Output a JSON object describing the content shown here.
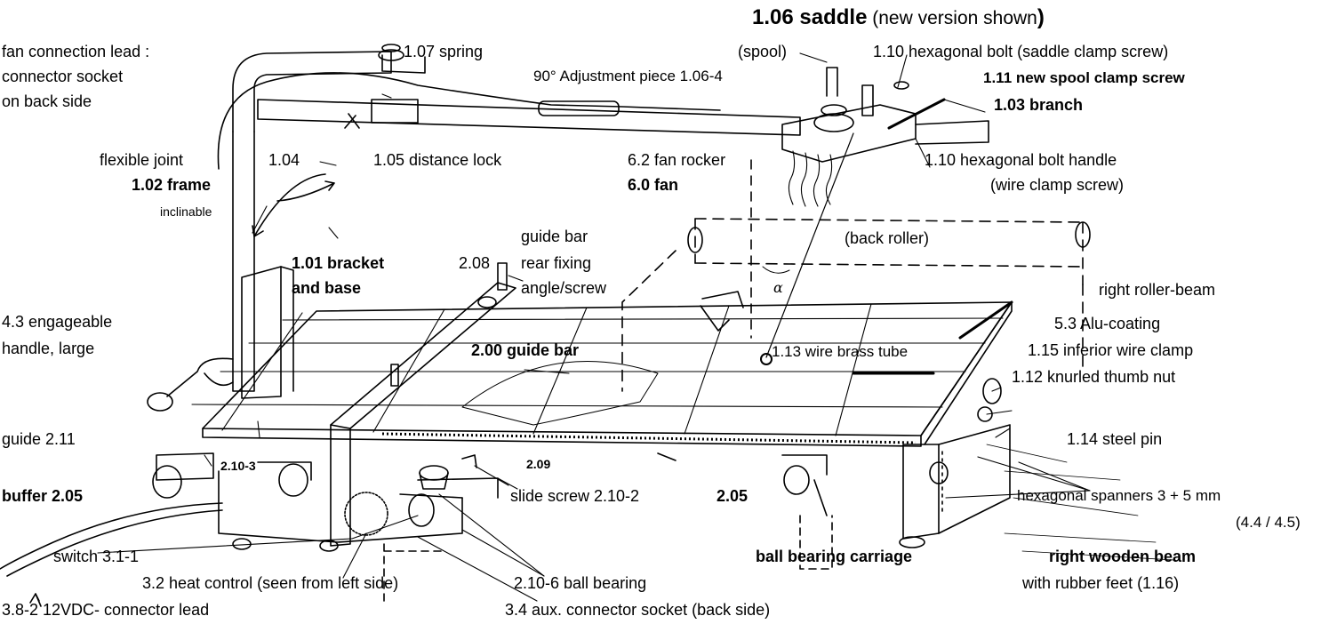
{
  "labels": {
    "saddle_num": "1.06 saddle",
    "saddle_note": " (new version shown",
    "saddle_paren": ")",
    "fan_lead_1": "fan connection lead :",
    "fan_lead_2": "connector socket",
    "fan_lead_3": "on back side",
    "spring": "1.07 spring",
    "adjustment": "90° Adjustment piece 1.06-4",
    "spool": "(spool)",
    "hex_bolt_saddle": "1.10 hexagonal bolt (saddle clamp screw)",
    "spool_clamp": "1.11 new  spool clamp screw",
    "branch": "1.03 branch",
    "flexible_joint": "flexible joint",
    "n104": "1.04",
    "distance_lock": "1.05 distance lock",
    "fan_rocker": "6.2 fan rocker",
    "fan": "6.0 fan",
    "hex_bolt_handle": "1.10 hexagonal bolt handle",
    "wire_clamp_screw": "(wire clamp screw)",
    "frame": "1.02 frame",
    "inclinable": "inclinable",
    "guide_bar_rear_1": "guide bar",
    "guide_bar_rear_2": "rear fixing",
    "guide_bar_rear_3": "angle/screw",
    "n208": "2.08",
    "back_roller": "(back roller)",
    "bracket_1": "1.01 bracket",
    "bracket_2": "and base",
    "right_roller_beam": "right roller-beam",
    "handle_1": "4.3 engageable",
    "handle_2": "handle, large",
    "guide_bar_main": "2.00 guide bar",
    "brass_tube": "1.13 wire brass tube",
    "alu_coating": "5.3 Alu-coating",
    "inferior_clamp": "1.15 inferior wire clamp",
    "thumb_nut": "1.12 knurled thumb nut",
    "guide_211": "guide 2.11",
    "steel_pin": "1.14 steel pin",
    "n2103": "2.10-3",
    "n209": "2.09",
    "buffer": "buffer 2.05",
    "slide_screw": "slide screw 2.10-2",
    "n205": "2.05",
    "spanners_1": "hexagonal spanners 3 + 5 mm",
    "spanners_2": "(4.4 / 4.5)",
    "switch": "switch  3.1-1",
    "ball_carriage": "ball bearing carriage",
    "right_wooden_beam": "right wooden beam",
    "heat_control": "3.2 heat control (seen from left side)",
    "ball_bearing": "2.10-6 ball bearing",
    "rubber_feet": "with rubber feet (1.16)",
    "connector_lead": "3.8-2 12VDC- connector lead",
    "aux_socket": "3.4 aux. connector socket (back side)",
    "alpha": "α"
  }
}
